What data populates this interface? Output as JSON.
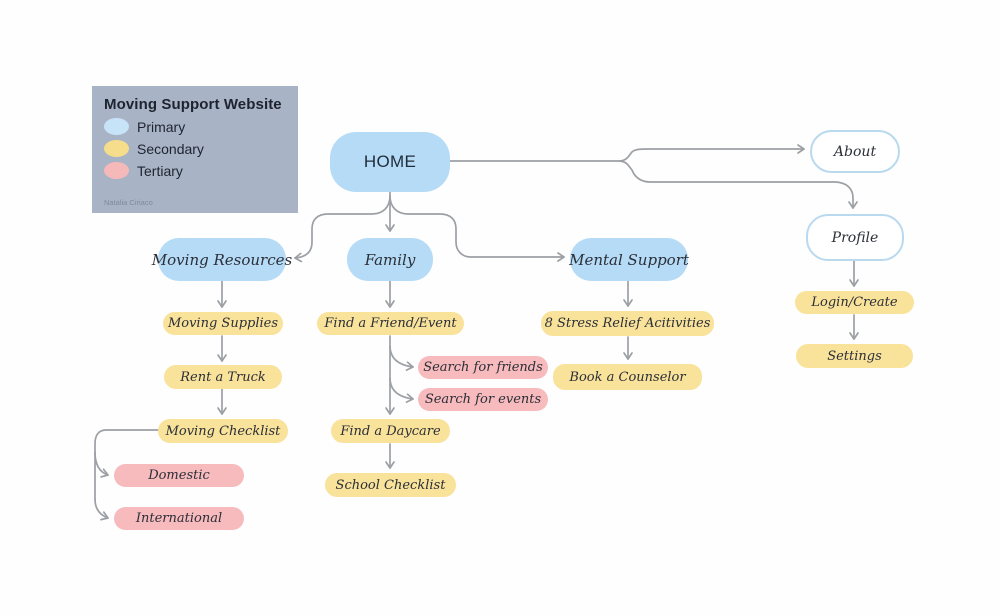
{
  "legend": {
    "title": "Moving Support Website",
    "items": [
      {
        "label": "Primary",
        "color": "#c6e3f8"
      },
      {
        "label": "Secondary",
        "color": "#f6dd8c"
      },
      {
        "label": "Tertiary",
        "color": "#f6b9b9"
      }
    ],
    "author": "Natalia Ciriaco"
  },
  "colors": {
    "primary_node": "#b6dbf6",
    "secondary_node": "#f9e29a",
    "tertiary_node": "#f7babd",
    "outline_node_border": "#b9d9ee",
    "legend_background": "#a8b3c5",
    "connector": "#9ca0a5"
  },
  "nodes": {
    "home": "HOME",
    "about": "About",
    "profile": "Profile",
    "moving_resources": "Moving Resources",
    "family": "Family",
    "mental_support": "Mental Support",
    "moving_supplies": "Moving Supplies",
    "rent_a_truck": "Rent a Truck",
    "moving_checklist": "Moving Checklist",
    "domestic": "Domestic",
    "international": "International",
    "find_a_friend_event": "Find a Friend/Event",
    "search_for_friends": "Search for friends",
    "search_for_events": "Search for events",
    "find_a_daycare": "Find a Daycare",
    "school_checklist": "School Checklist",
    "stress_relief": "8 Stress Relief Acitivities",
    "book_a_counselor": "Book a Counselor",
    "login_create": "Login/Create",
    "settings": "Settings"
  }
}
